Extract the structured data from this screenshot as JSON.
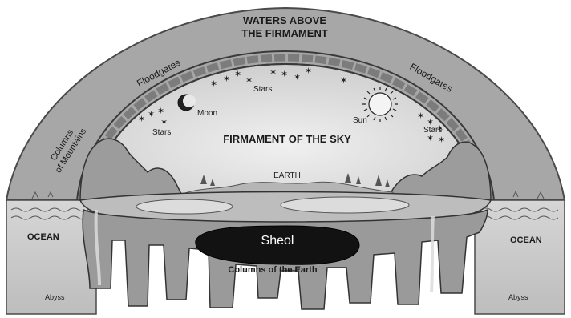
{
  "waters_above": [
    "WATERS ABOVE",
    "THE FIRMAMENT"
  ],
  "floodgates_left": "Floodgates",
  "floodgates_right": "Floodgates",
  "columns_of_mountains": [
    "Columns",
    "of Mountains"
  ],
  "stars_top": "Stars",
  "stars_left": "Stars",
  "stars_right": "Stars",
  "moon": "Moon",
  "sun": "Sun",
  "firmament": "FIRMAMENT OF THE SKY",
  "earth": "EARTH",
  "sheol": "Sheol",
  "columns_of_earth": "Columns of the Earth",
  "ocean_left": "OCEAN",
  "ocean_right": "OCEAN",
  "abyss_left": "Abyss",
  "abyss_right": "Abyss",
  "colors": {
    "dome": "#a8a8a8",
    "sky": "#e2e2e2",
    "ocean": "#c9c9c9",
    "earth_columns": "#9a9a9a",
    "sheol": "#111111"
  }
}
